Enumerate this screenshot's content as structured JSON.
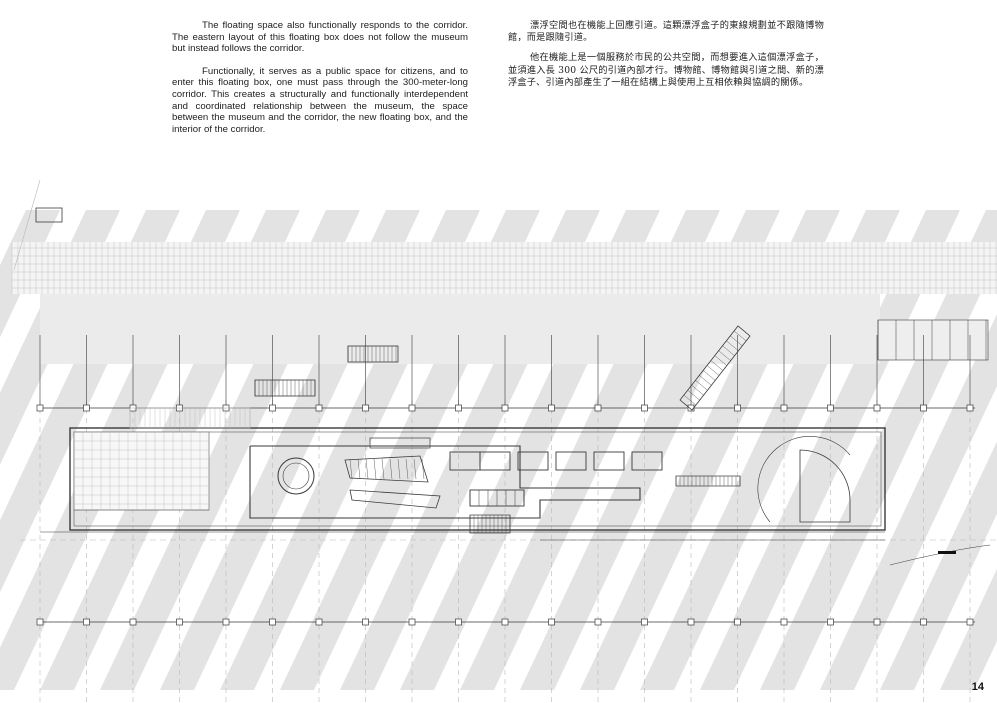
{
  "text_en": {
    "paragraph_1": "The floating space also functionally responds to the corridor. The eastern layout of this floating box does not follow the museum but instead follows the corridor.",
    "paragraph_2": "Functionally, it serves as a public space for citizens, and to enter this floating box, one must pass through the 300-meter-long corridor. This creates a structurally and functionally interdependent and coordinated relationship between the museum, the space between the museum and the corridor, the new floating box, and the interior of the corridor."
  },
  "text_zh": {
    "paragraph_1": "漂浮空間也在機能上回應引道。這顆漂浮盒子的東線規劃並不跟隨博物館，而是跟隨引道。",
    "paragraph_2": "他在機能上是一個服務於市民的公共空間，而想要進入這個漂浮盒子，並須進入長 300 公尺的引道內部才行。博物館、博物館與引道之間、新的漂浮盒子、引道內部產生了一組在結構上與使用上互相依賴與協調的關係。"
  },
  "drawing": {
    "type": "architectural-floor-plan",
    "colors": {
      "line": "#3a3a3a",
      "light_line": "#b8b8b8",
      "shadow": "#d9d9d9",
      "band": "#ebebeb"
    }
  },
  "page_number": "14"
}
